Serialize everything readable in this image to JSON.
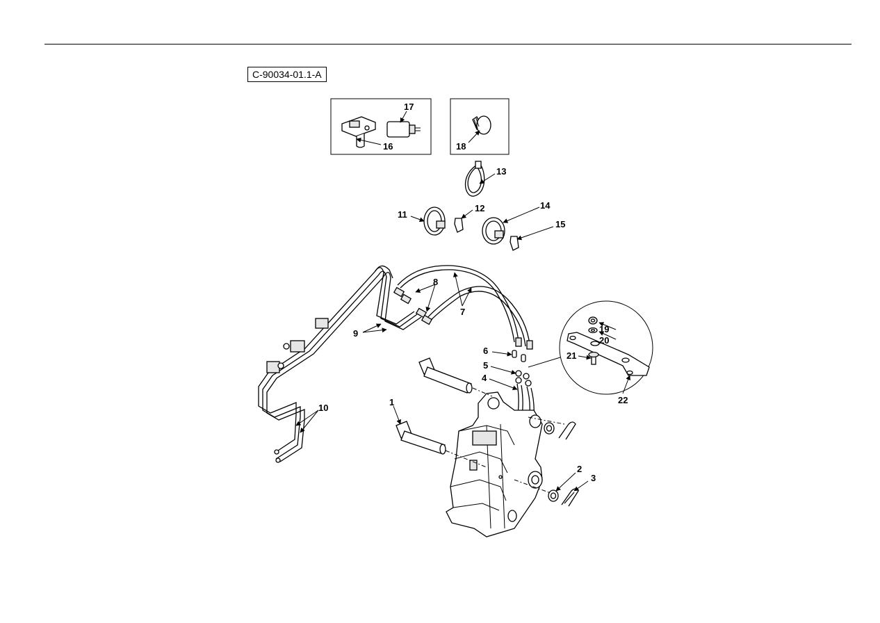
{
  "figure": {
    "id_label": "C-90034-01.1-A"
  },
  "callouts": {
    "c1": "1",
    "c2": "2",
    "c3": "3",
    "c4": "4",
    "c5": "5",
    "c6": "6",
    "c7": "7",
    "c8": "8",
    "c9": "9",
    "c10": "10",
    "c11": "11",
    "c12": "12",
    "c13": "13",
    "c14": "14",
    "c15": "15",
    "c16": "16",
    "c17": "17",
    "c18": "18",
    "c19": "19",
    "c20": "20",
    "c21": "21",
    "c22": "22"
  }
}
